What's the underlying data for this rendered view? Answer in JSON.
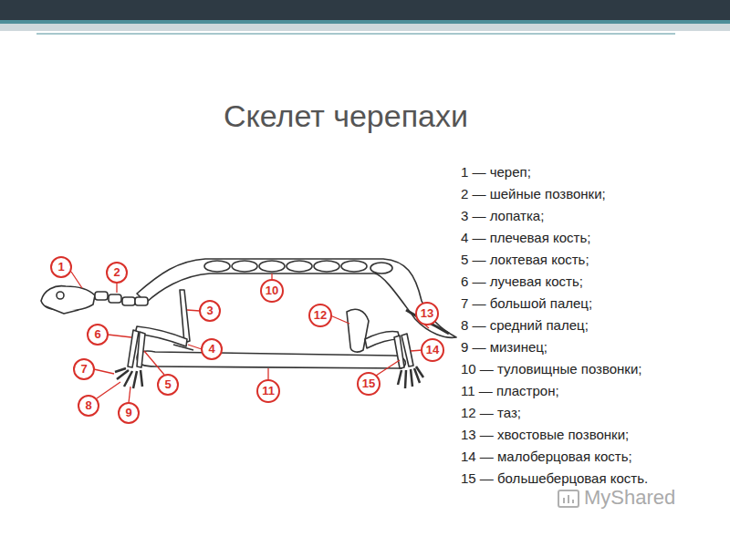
{
  "diagram": {
    "title": "Скелет черепахи",
    "labels": [
      "1",
      "2",
      "3",
      "4",
      "5",
      "6",
      "7",
      "8",
      "9",
      "10",
      "11",
      "12",
      "13",
      "14",
      "15",
      "1 — череп;",
      "2 — шейные позвонки;",
      "3 — лопатка;",
      "4 — плечевая кость;",
      "5 — локтевая кость;",
      "6 — лучевая кость;",
      "7 — большой палец;",
      "8 — средний палец;",
      "9 — мизинец;",
      "10 — туловищные позвонки;",
      "11 — пластрон;",
      "12 — таз;",
      "13 — хвостовые позвонки;",
      "14 — малоберцовая кость;",
      "15 — большеберцовая кость.",
      "MyShared"
    ]
  }
}
